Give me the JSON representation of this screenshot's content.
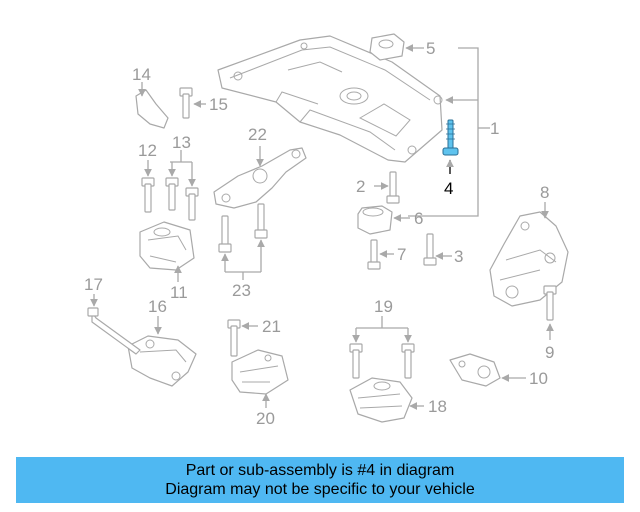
{
  "colors": {
    "accent": "#4fb8f2",
    "highlight_part": "#5fc3ee",
    "part_line": "#a9a9a9",
    "callout_text": "#9a9a9a",
    "highlight_text": "#000000"
  },
  "callouts": [
    "1",
    "2",
    "3",
    "4",
    "5",
    "6",
    "7",
    "8",
    "9",
    "10",
    "11",
    "12",
    "13",
    "14",
    "15",
    "16",
    "17",
    "18",
    "19",
    "20",
    "21",
    "22",
    "23"
  ],
  "highlighted_part": "4",
  "footer": {
    "line1": "Part or sub-assembly is #4 in diagram",
    "line2": "Diagram may not be specific to your vehicle"
  }
}
